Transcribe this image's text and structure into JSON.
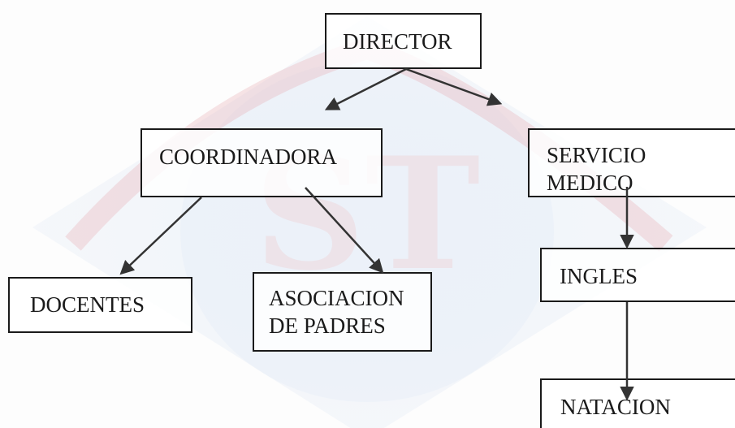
{
  "nodes": {
    "director": {
      "lines": [
        "DIRECTOR"
      ]
    },
    "coordinadora": {
      "lines": [
        "COORDINADORA"
      ]
    },
    "servicio_medico": {
      "lines": [
        "SERVICIO",
        "MEDICO"
      ]
    },
    "ingles": {
      "lines": [
        "INGLES"
      ]
    },
    "docentes": {
      "lines": [
        "DOCENTES"
      ]
    },
    "asociacion_padres": {
      "lines": [
        "ASOCIACION",
        "DE PADRES"
      ]
    },
    "natacion": {
      "lines": [
        "NATACION"
      ]
    }
  },
  "edges": [
    {
      "from": "director",
      "to": "coordinadora"
    },
    {
      "from": "director",
      "to": "servicio_medico"
    },
    {
      "from": "coordinadora",
      "to": "docentes"
    },
    {
      "from": "coordinadora",
      "to": "asociacion_padres"
    },
    {
      "from": "servicio_medico",
      "to": "ingles"
    },
    {
      "from": "ingles",
      "to": "natacion"
    }
  ],
  "colors": {
    "line": "#333333",
    "border": "#1a1a1a",
    "watermark_blue": "#8fb0d8",
    "watermark_red": "#e9a3a8"
  }
}
